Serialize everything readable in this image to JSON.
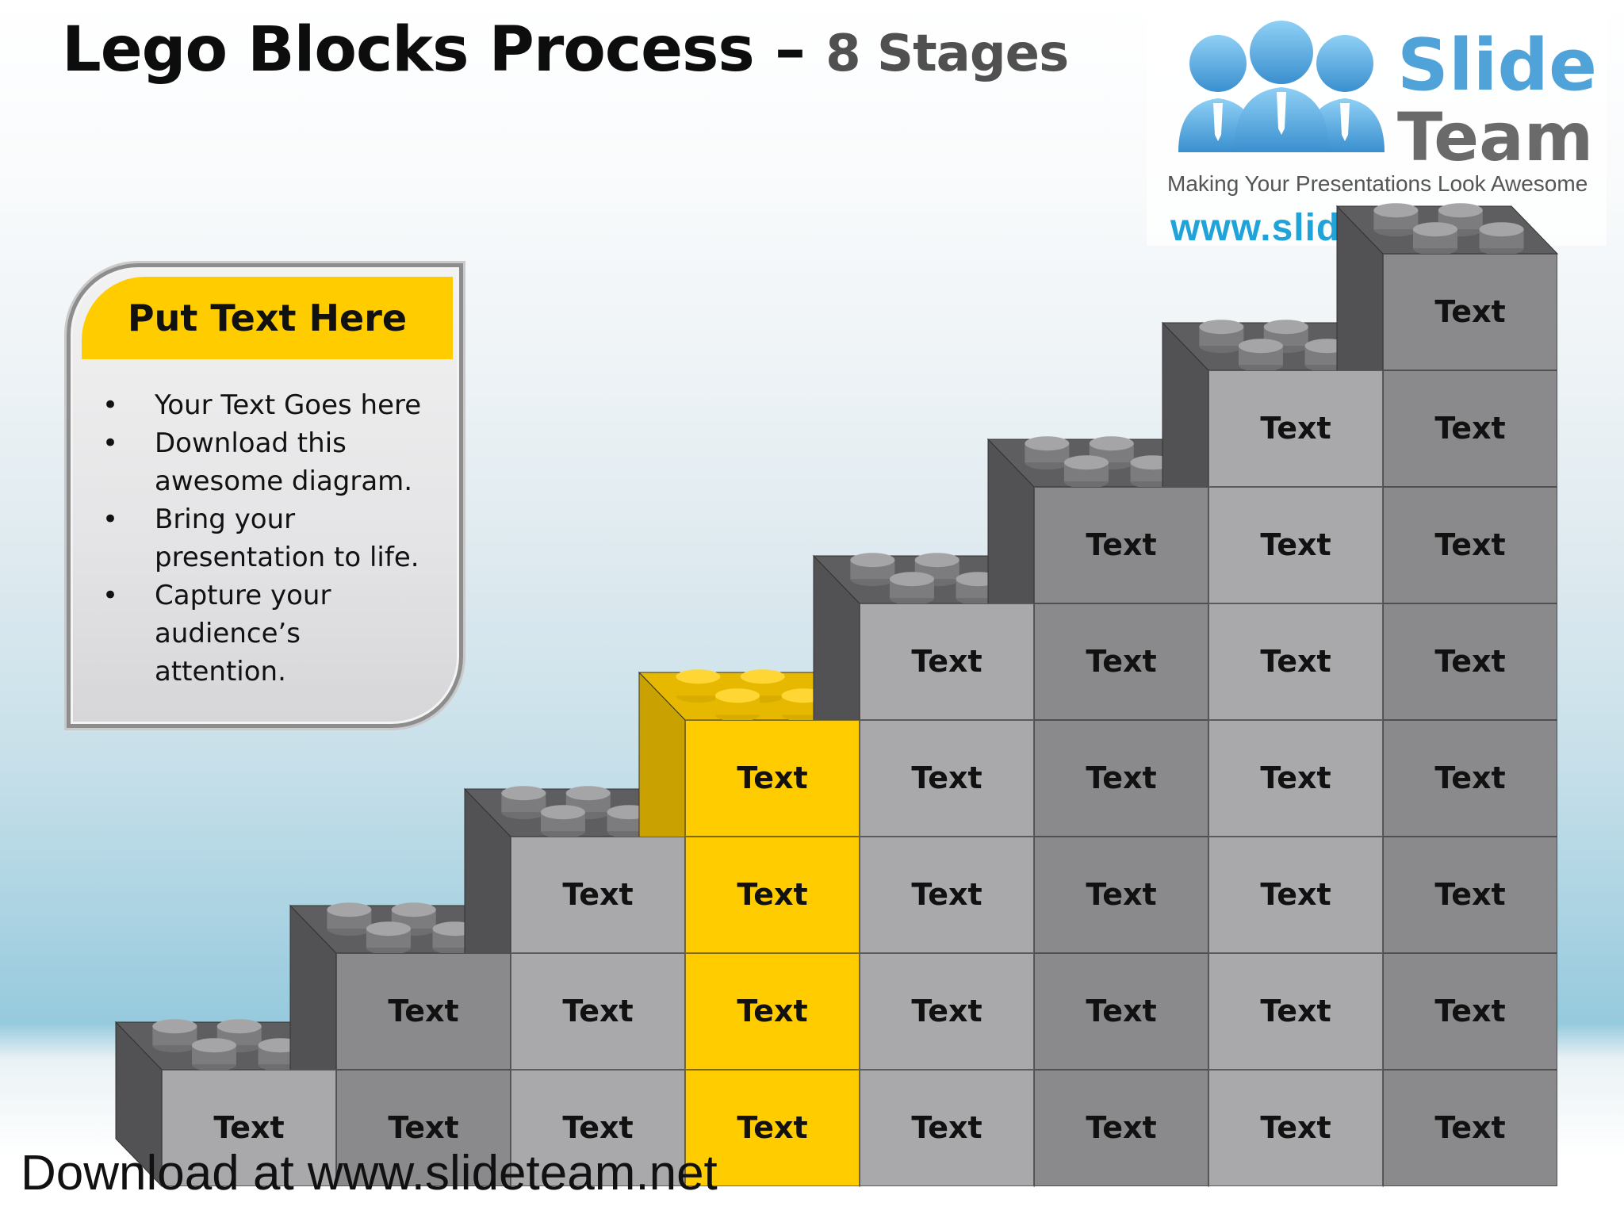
{
  "title": {
    "main": "Lego Blocks Process – ",
    "sub": "8 Stages"
  },
  "logo": {
    "word1": "Slide",
    "word2": "Team",
    "tagline": "Making Your Presentations Look Awesome",
    "url": "www.slideteam.net"
  },
  "panel": {
    "heading": "Put Text Here",
    "bullets": [
      "Your Text Goes here",
      "Download this awesome diagram.",
      "Bring your presentation to life.",
      "Capture your audience’s attention."
    ]
  },
  "stages": [
    {
      "stage": 1,
      "blocks": 1,
      "color": "#a9a9ab",
      "label": "Text"
    },
    {
      "stage": 2,
      "blocks": 2,
      "color": "#8a8a8c",
      "label": "Text"
    },
    {
      "stage": 3,
      "blocks": 3,
      "color": "#a9a9ab",
      "label": "Text"
    },
    {
      "stage": 4,
      "blocks": 4,
      "color": "#ffcc00",
      "label": "Text",
      "highlight": true
    },
    {
      "stage": 5,
      "blocks": 5,
      "color": "#a9a9ab",
      "label": "Text"
    },
    {
      "stage": 6,
      "blocks": 6,
      "color": "#8a8a8c",
      "label": "Text"
    },
    {
      "stage": 7,
      "blocks": 7,
      "color": "#a9a9ab",
      "label": "Text"
    },
    {
      "stage": 8,
      "blocks": 8,
      "color": "#8a8a8c",
      "label": "Text"
    }
  ],
  "footer": "Download at www.slideteam.net"
}
